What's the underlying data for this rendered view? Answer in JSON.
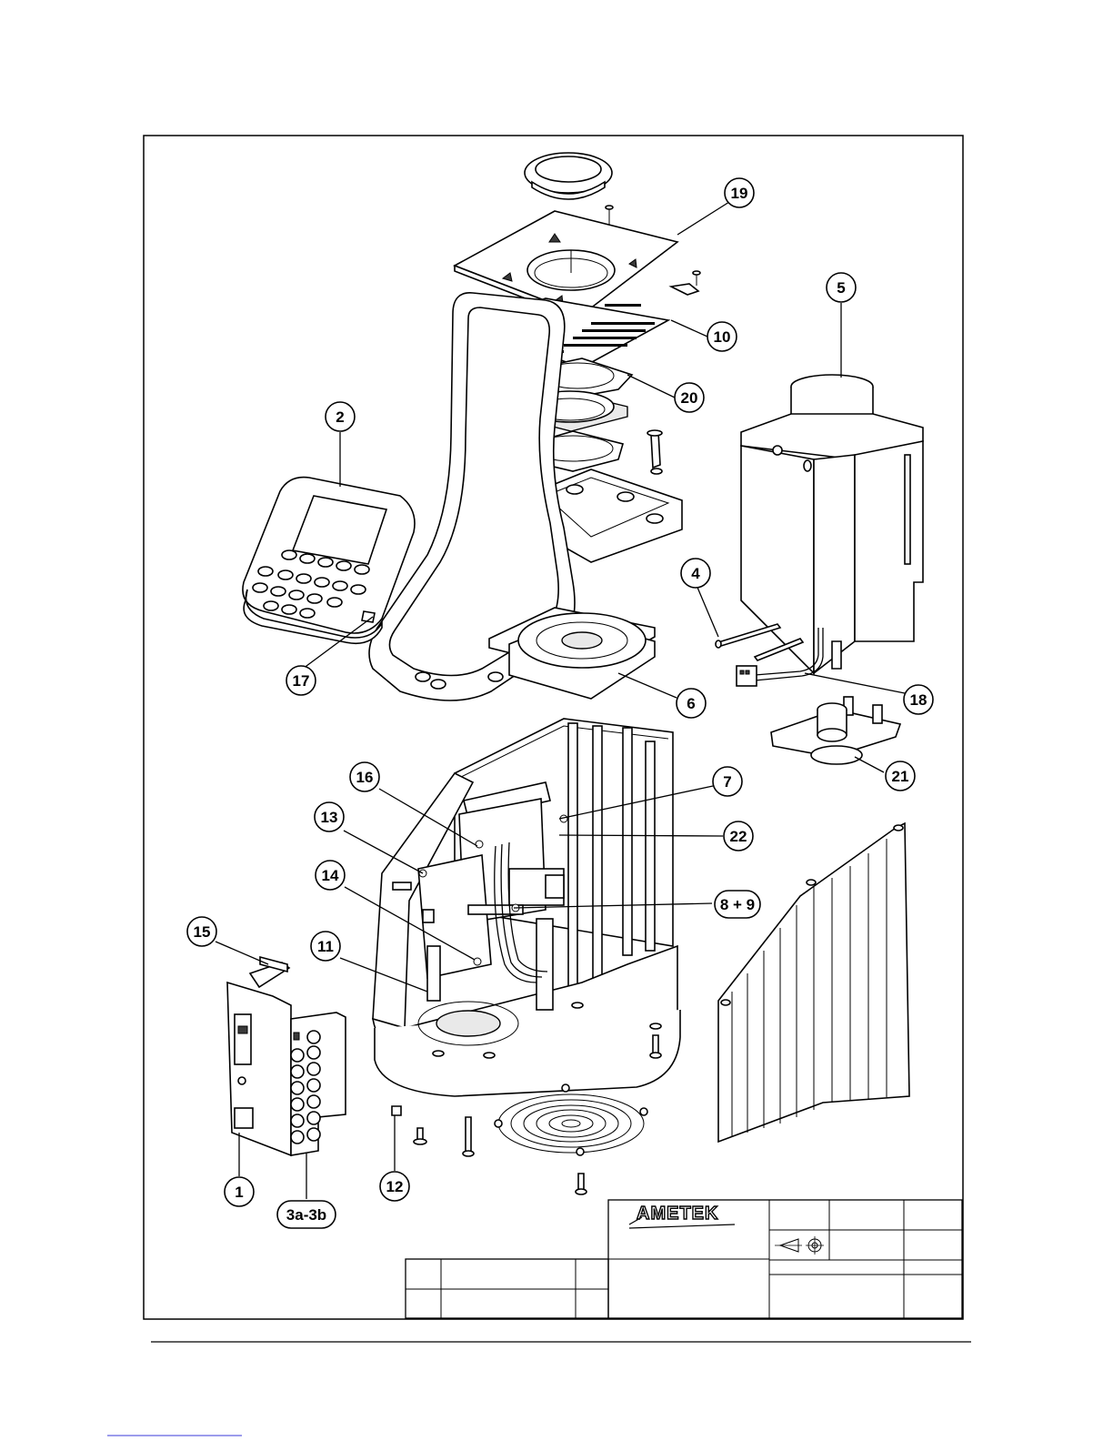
{
  "drawing": {
    "logo_text": "AMETEK",
    "callouts": [
      {
        "id": "c1",
        "label": "1"
      },
      {
        "id": "c2",
        "label": "2"
      },
      {
        "id": "c3",
        "label": "3a-3b"
      },
      {
        "id": "c4",
        "label": "4"
      },
      {
        "id": "c5",
        "label": "5"
      },
      {
        "id": "c6",
        "label": "6"
      },
      {
        "id": "c7",
        "label": "7"
      },
      {
        "id": "c8",
        "label": "8 + 9"
      },
      {
        "id": "c10",
        "label": "10"
      },
      {
        "id": "c11",
        "label": "11"
      },
      {
        "id": "c12",
        "label": "12"
      },
      {
        "id": "c13",
        "label": "13"
      },
      {
        "id": "c14",
        "label": "14"
      },
      {
        "id": "c15",
        "label": "15"
      },
      {
        "id": "c16",
        "label": "16"
      },
      {
        "id": "c17",
        "label": "17"
      },
      {
        "id": "c18",
        "label": "18"
      },
      {
        "id": "c19",
        "label": "19"
      },
      {
        "id": "c20",
        "label": "20"
      },
      {
        "id": "c21",
        "label": "21"
      },
      {
        "id": "c22",
        "label": "22"
      }
    ]
  }
}
